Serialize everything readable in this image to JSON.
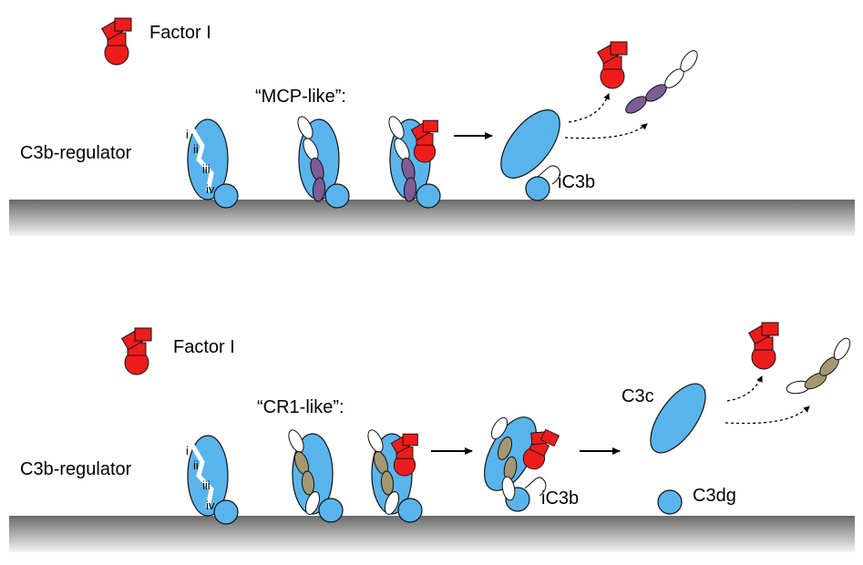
{
  "panels": {
    "top": {
      "factor_label": "Factor I",
      "regulator_label": "C3b-regulator",
      "domain_labels": [
        "i",
        "ii",
        "iii",
        "iv"
      ],
      "mode_label": "“MCP-like”:",
      "product_label": "iC3b"
    },
    "bottom": {
      "factor_label": "Factor I",
      "regulator_label": "C3b-regulator",
      "domain_labels": [
        "i",
        "ii",
        "iii",
        "iv"
      ],
      "mode_label": "“CR1-like”:",
      "intermediate_label": "iC3b",
      "c3c_label": "C3c",
      "c3dg_label": "C3dg"
    }
  },
  "colors": {
    "c3b": "#5ab4ec",
    "factor_i": "#ee1c1c",
    "mcp_domain": "#7d5d95",
    "cr1_domain": "#a39873",
    "white_domain": "#ffffff",
    "outline": "#111111"
  }
}
